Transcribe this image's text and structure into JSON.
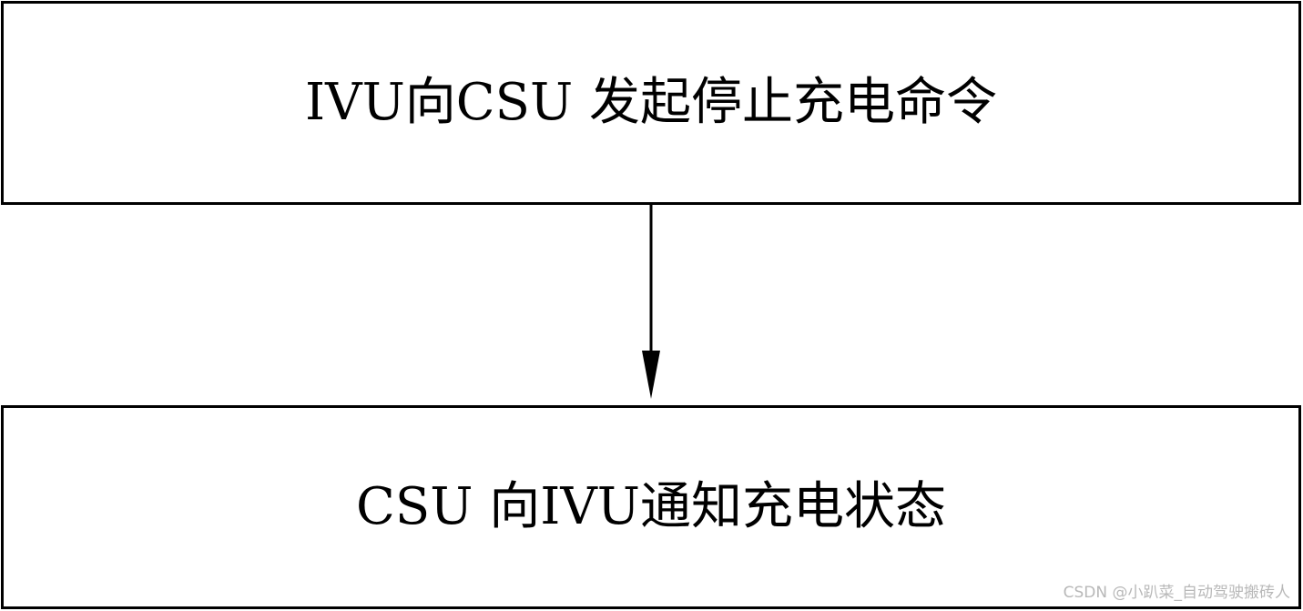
{
  "diagram": {
    "steps": [
      {
        "label": "IVU向CSU 发起停止充电命令"
      },
      {
        "label": "CSU 向IVU通知充电状态"
      }
    ],
    "colors": {
      "stroke": "#000000",
      "background": "#ffffff",
      "watermark": "#b8b8b8"
    }
  },
  "watermark": {
    "text": "CSDN @小趴菜_自动驾驶搬砖人"
  }
}
